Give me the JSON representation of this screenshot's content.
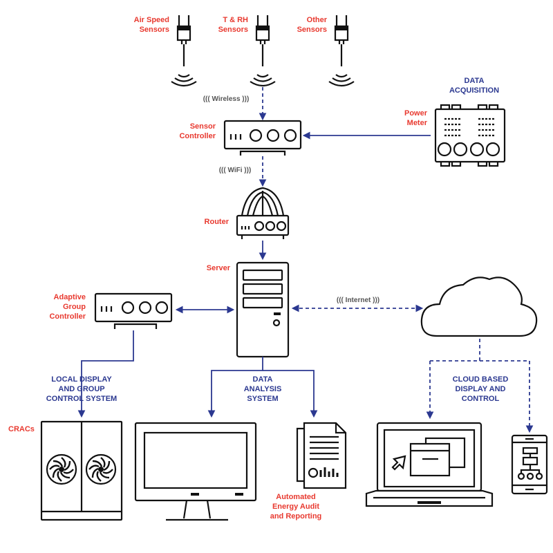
{
  "colors": {
    "label_red": "#e8392f",
    "label_blue": "#2b3890",
    "connector": "#2b3890",
    "outline": "#111111",
    "note_gray": "#555555"
  },
  "sensors": [
    {
      "line1": "Air Speed",
      "line2": "Sensors",
      "icon": "sensor-probe-icon"
    },
    {
      "line1": "T & RH",
      "line2": "Sensors",
      "icon": "sensor-probe-icon"
    },
    {
      "line1": "Other",
      "line2": "Sensors",
      "icon": "sensor-probe-icon"
    }
  ],
  "links": {
    "wireless": "((( Wireless )))",
    "wifi": "((( WiFi )))",
    "internet": "((( Internet )))"
  },
  "nodes": {
    "data_acquisition": {
      "line1": "DATA",
      "line2": "ACQUISITION"
    },
    "power_meter": {
      "line1": "Power",
      "line2": "Meter"
    },
    "sensor_controller": {
      "line1": "Sensor",
      "line2": "Controller"
    },
    "router": {
      "label": "Router"
    },
    "server": {
      "label": "Server"
    },
    "adaptive_controller": {
      "line1": "Adaptive",
      "line2": "Group",
      "line3": "Controller"
    },
    "local_display": {
      "line1": "LOCAL DISPLAY",
      "line2": "AND GROUP",
      "line3": "CONTROL SYSTEM"
    },
    "cracs": {
      "label": "CRACs"
    },
    "data_analysis": {
      "line1": "DATA",
      "line2": "ANALYSIS",
      "line3": "SYSTEM"
    },
    "audit": {
      "line1": "Automated",
      "line2": "Energy Audit",
      "line3": "and Reporting"
    },
    "cloud_display": {
      "line1": "CLOUD BASED",
      "line2": "DISPLAY AND",
      "line3": "CONTROL"
    }
  }
}
